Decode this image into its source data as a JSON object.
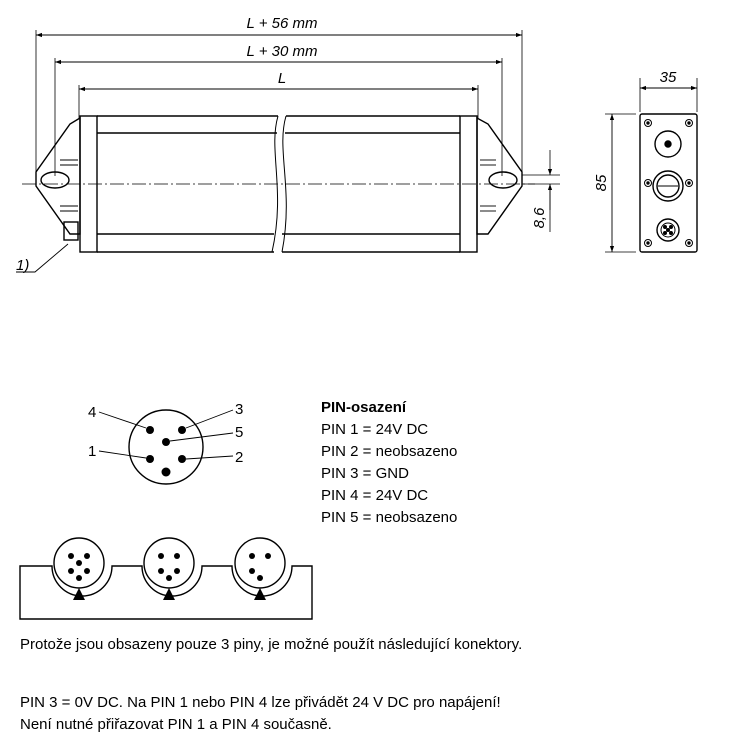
{
  "dimensions": {
    "overall_length": "L + 56 mm",
    "hole_spacing": "L + 30 mm",
    "body_length": "L",
    "depth": "35",
    "height": "85",
    "offset": "8,6",
    "footnote_marker": "1)"
  },
  "pins": {
    "labels": [
      "1",
      "2",
      "3",
      "4",
      "5"
    ],
    "title": "PIN-osazení",
    "assignments": [
      "PIN 1 = 24V DC",
      "PIN 2 = neobsazeno",
      "PIN 3 = GND",
      "PIN 4 = 24V DC",
      "PIN 5 = neobsazeno"
    ]
  },
  "notes": {
    "connector_note": "Protože jsou obsazeny pouze 3 piny, je možné použít následující konektory.",
    "power_note_line1": "PIN 3 = 0V DC. Na PIN 1 nebo PIN 4 lze přivádět 24 V DC pro napájení!",
    "power_note_line2": "Není nutné přiřazovat PIN 1 a PIN 4 současně."
  }
}
